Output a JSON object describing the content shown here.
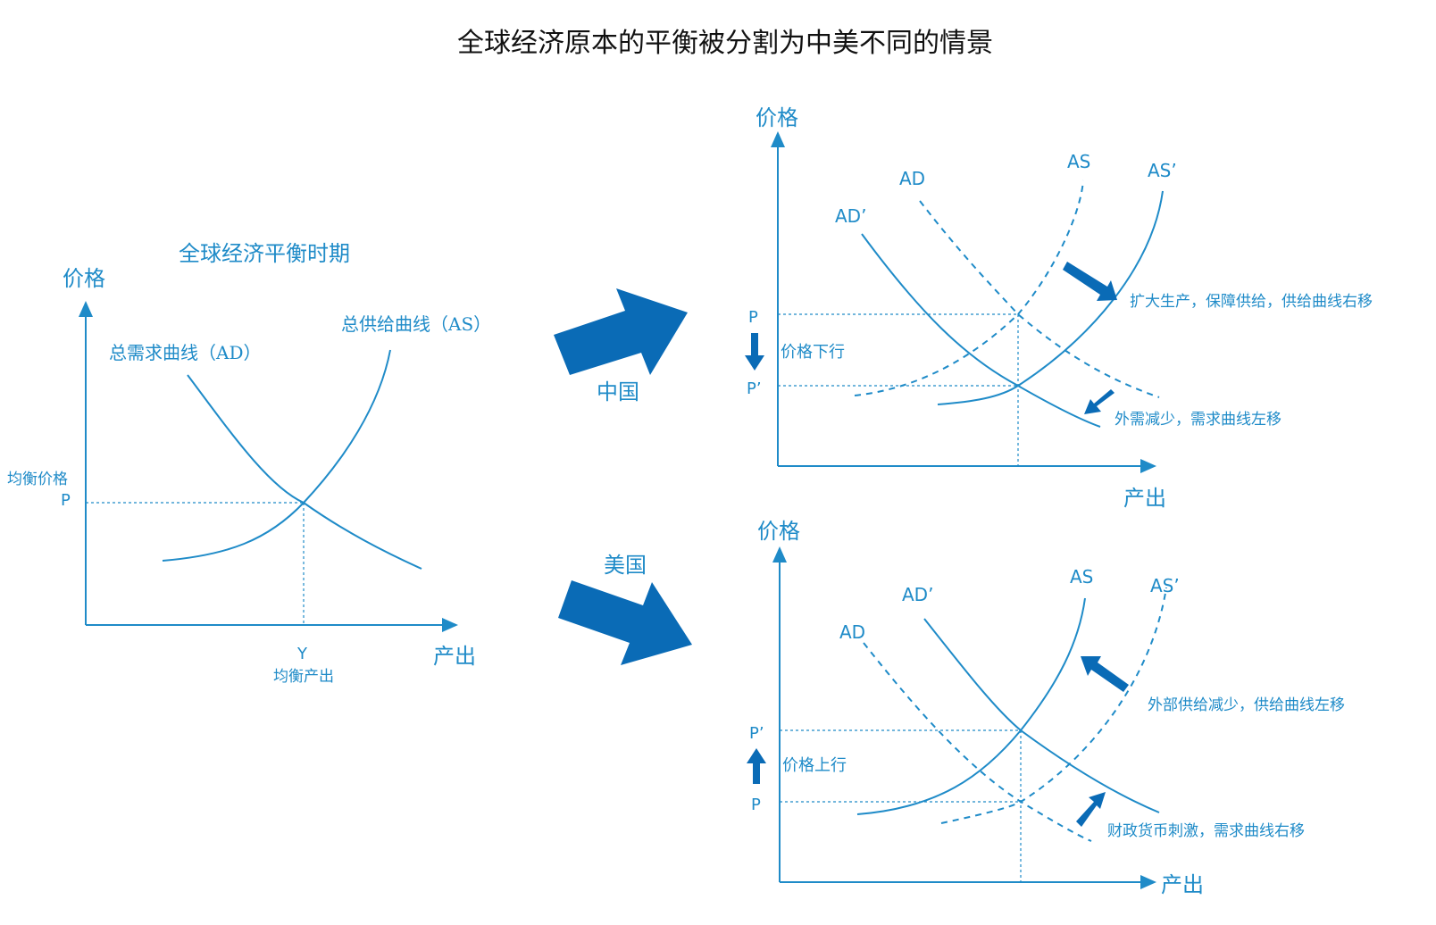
{
  "title": "全球经济原本的平衡被分割为中美不同的情景",
  "colors": {
    "line": "#1f8bc8",
    "arrow": "#0a6bb6",
    "title": "#111111"
  },
  "global": {
    "heading": "全球经济平衡时期",
    "y_axis": "价格",
    "x_axis": "产出",
    "ad_label": "总需求曲线（AD）",
    "as_label": "总供给曲线（AS）",
    "price_name": "均衡价格",
    "price_symbol": "P",
    "output_symbol": "Y",
    "output_name": "均衡产出"
  },
  "arrows": {
    "china_label": "中国",
    "us_label": "美国"
  },
  "china": {
    "y_axis": "价格",
    "x_axis": "产出",
    "ad": "AD",
    "ad_new": "AD’",
    "as": "AS",
    "as_new": "AS’",
    "p": "P",
    "p_new": "P’",
    "price_move": "价格下行",
    "supply_note": "扩大生产，保障供给，供给曲线右移",
    "demand_note": "外需减少，需求曲线左移"
  },
  "us": {
    "y_axis": "价格",
    "x_axis": "产出",
    "ad": "AD",
    "ad_new": "AD’",
    "as": "AS",
    "as_new": "AS’",
    "p": "P",
    "p_new": "P’",
    "price_move": "价格上行",
    "supply_note": "外部供给减少，供给曲线左移",
    "demand_note": "财政货币刺激，需求曲线右移"
  }
}
